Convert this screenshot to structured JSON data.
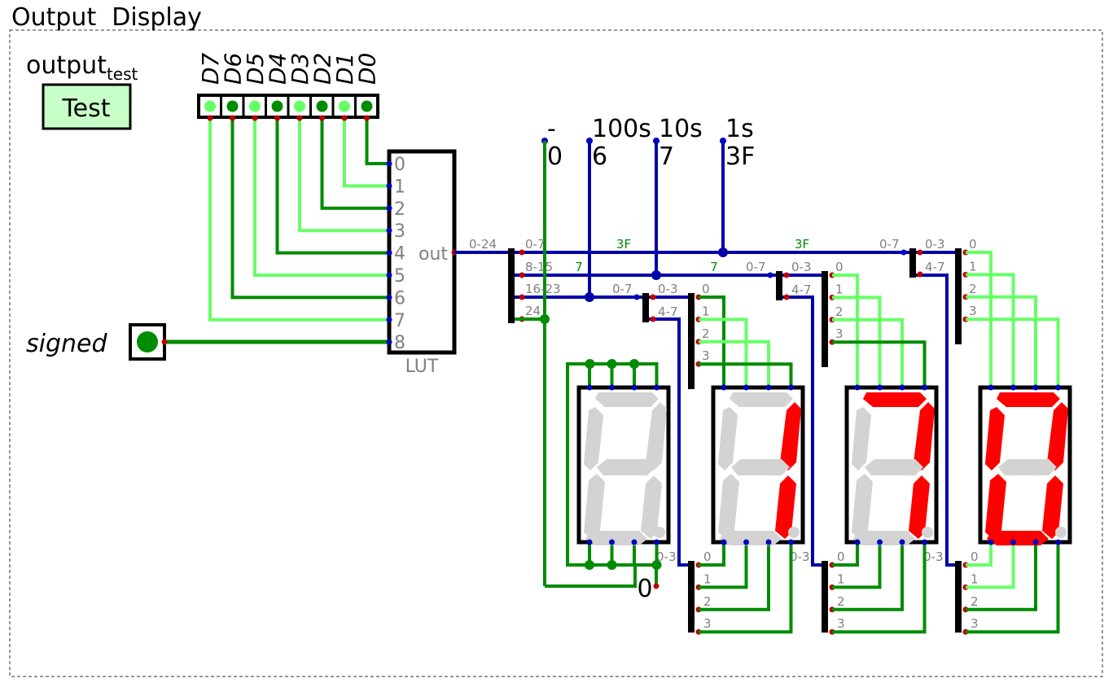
{
  "title": "Output  Display",
  "output_label": {
    "base": "output",
    "sub": "test"
  },
  "test_button": {
    "label": "Test"
  },
  "signed_label": "signed",
  "dip": {
    "labels": [
      "D7",
      "D6",
      "D5",
      "D4",
      "D3",
      "D2",
      "D1",
      "D0"
    ],
    "states": [
      1,
      0,
      1,
      0,
      1,
      0,
      1,
      0
    ]
  },
  "lut": {
    "label": "LUT",
    "out_label": "out",
    "inputs": [
      "0",
      "1",
      "2",
      "3",
      "4",
      "5",
      "6",
      "7",
      "8"
    ]
  },
  "probes": [
    {
      "name": "-",
      "value": "0"
    },
    {
      "name": "100s",
      "value": "6"
    },
    {
      "name": "10s",
      "value": "7"
    },
    {
      "name": "1s",
      "value": "3F"
    }
  ],
  "main_splitter": {
    "in": "0-24",
    "outs": [
      "0-7",
      "8-15",
      "16-23",
      "24"
    ]
  },
  "bus_values": {
    "b1": "3F",
    "b2": "7",
    "b3": "7",
    "b4": "3F"
  },
  "hex_splitters": [
    {
      "in": "0-7",
      "outs": [
        "0-3",
        "4-7"
      ]
    },
    {
      "in": "0-7",
      "outs": [
        "0-3",
        "4-7"
      ]
    },
    {
      "in": "0-7",
      "outs": [
        "0-3",
        "4-7"
      ]
    }
  ],
  "nibble_splitter_labels": [
    "0",
    "1",
    "2",
    "3"
  ],
  "merge_splitters": [
    {
      "in": "0-3",
      "outs": [
        "0",
        "1",
        "2",
        "3"
      ]
    },
    {
      "in": "0-3",
      "outs": [
        "0",
        "1",
        "2",
        "3"
      ]
    },
    {
      "in": "0-3",
      "outs": [
        "0",
        "1",
        "2",
        "3"
      ]
    }
  ],
  "const_value": "0",
  "digits": [
    {
      "segments": [
        0,
        0,
        0,
        0,
        0,
        0,
        0
      ],
      "dp": 0
    },
    {
      "segments": [
        0,
        1,
        1,
        0,
        0,
        0,
        0
      ],
      "dp": 0
    },
    {
      "segments": [
        1,
        1,
        1,
        0,
        0,
        0,
        0
      ],
      "dp": 0
    },
    {
      "segments": [
        1,
        1,
        1,
        1,
        1,
        1,
        0
      ],
      "dp": 0
    }
  ],
  "colors": {
    "wire_on": "#66ff66",
    "wire_off": "#008c00",
    "bus": "#0000a8",
    "seg_on": "#ff0000",
    "seg_off": "#d3d3d3",
    "pin_red": "#c00000",
    "pin_blue": "#0000c0",
    "label_gray": "#808080",
    "button_fill": "#c8ffc8"
  }
}
